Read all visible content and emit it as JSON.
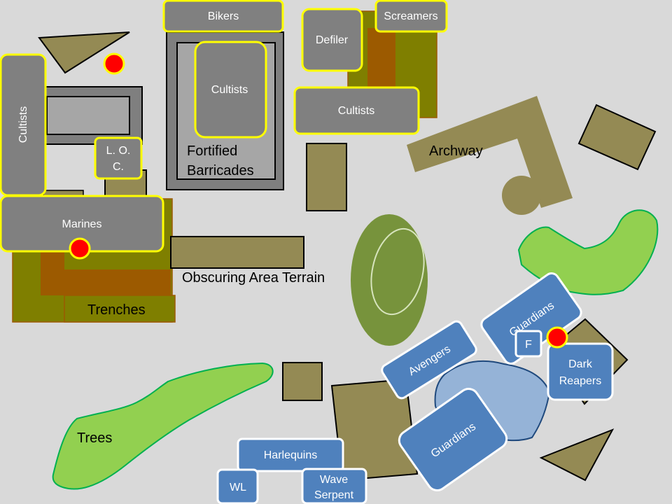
{
  "colors": {
    "background": "#d9d9d9",
    "terrain_olive": "#948a54",
    "trench_olive": "#7f7f00",
    "trench_brown": "#9c5a00",
    "tree_green": "#92d050",
    "tree_border": "#00b050",
    "oval_green": "#77933c",
    "building_grey": "#7f7f7f",
    "building_light": "#a6a6a6",
    "chaos_unit": "#808080",
    "chaos_border": "#ffff00",
    "eldar_unit": "#4f81bd",
    "eldar_zone": "#95b3d7",
    "objective_red": "#ff0000"
  },
  "terrain_labels": {
    "fortified_barricades": [
      "Fortified",
      "Barricades"
    ],
    "archway": "Archway",
    "obscuring": "Obscuring Area Terrain",
    "trenches": "Trenches",
    "trees": "Trees"
  },
  "chaos_units": {
    "bikers": "Bikers",
    "screamers": "Screamers",
    "defiler": "Defiler",
    "cultists_left": "Cultists",
    "cultists_centre": "Cultists",
    "cultists_right": "Cultists",
    "loc": [
      "L. O.",
      "C."
    ],
    "marines": "Marines"
  },
  "eldar_units": {
    "guardians_top": "Guardians",
    "f_marker": "F",
    "dark_reapers": [
      "Dark",
      "Reapers"
    ],
    "avengers": "Avengers",
    "guardians_bottom": "Guardians",
    "harlequins": "Harlequins",
    "wl": "WL",
    "wave_serpent": [
      "Wave",
      "Serpent"
    ]
  }
}
